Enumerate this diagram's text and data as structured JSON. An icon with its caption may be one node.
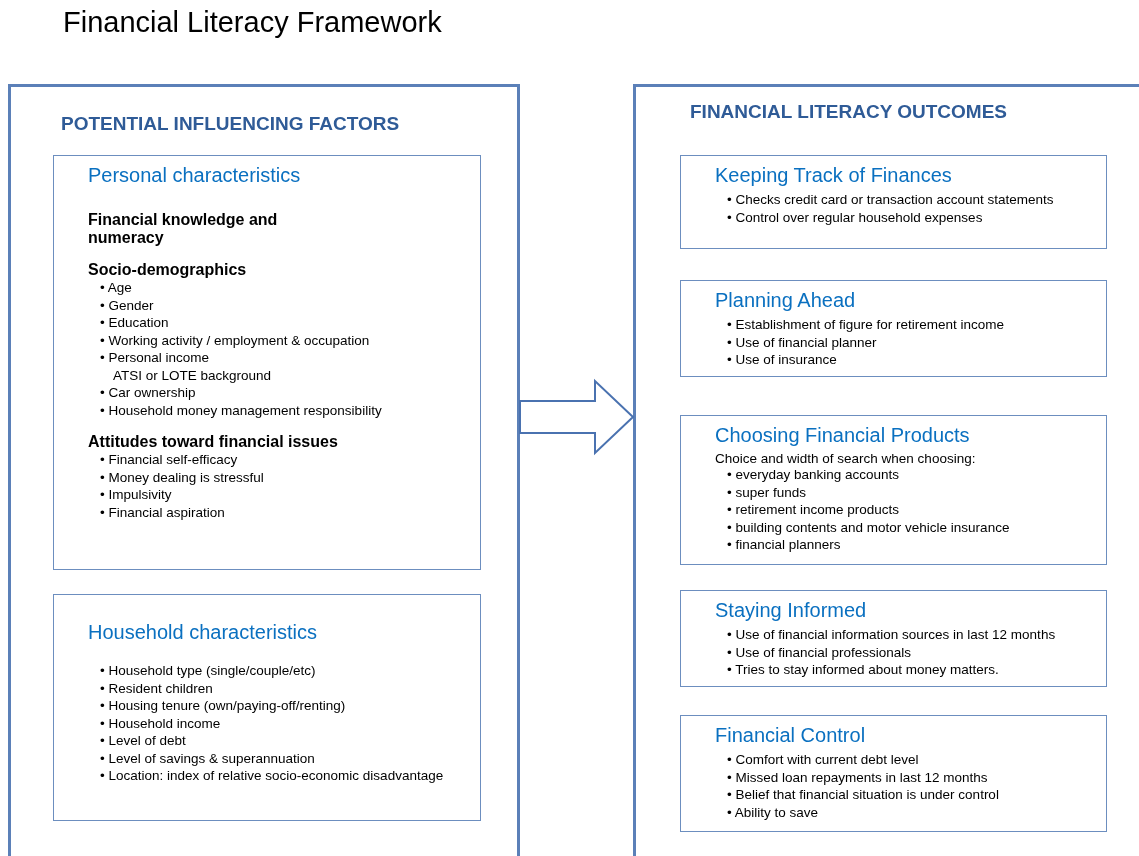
{
  "diagram": {
    "title": "Financial Literacy Framework",
    "nodes": [
      {
        "text": [
          "POTENTIAL INFLUENCING FACTORS"
        ]
      },
      {
        "text": [
          "Personal characteristics",
          "Financial knowledge and numeracy",
          "Socio-demographics",
          "• Age",
          "• Gender",
          "• Education",
          "• Working activity / employment & occupation",
          "• Personal income",
          "ATSI or LOTE background",
          "• Car ownership",
          "• Household money management responsibility",
          "Attitudes toward financial issues",
          "• Financial self-efficacy",
          "• Money dealing is stressful",
          "• Impulsivity",
          "• Financial aspiration"
        ],
        "in": 0
      },
      {
        "text": [
          "Household characteristics",
          "• Household type (single/couple/etc)",
          "• Resident children",
          "• Housing tenure (own/paying-off/renting)",
          "• Household income",
          "• Level of debt",
          "• Level of savings & superannuation",
          "• Location: index of relative socio-economic disadvantage"
        ],
        "in": 0
      },
      {
        "text": [
          "FINANCIAL LITERACY OUTCOMES"
        ]
      },
      {
        "text": [
          "Keeping Track of Finances",
          "• Checks credit card or transaction account statements",
          "• Control over regular household expenses"
        ],
        "in": 3
      },
      {
        "text": [
          "Planning Ahead",
          "• Establishment of figure for retirement income",
          "• Use of financial planner",
          "• Use of insurance"
        ],
        "in": 3
      },
      {
        "text": [
          "Choosing Financial Products",
          "Choice and width of search when choosing:",
          "• everyday banking accounts",
          "• super funds",
          "• retirement income products",
          "• building contents and motor vehicle insurance",
          "• financial planners"
        ],
        "in": 3
      },
      {
        "text": [
          "Staying Informed",
          "• Use of financial information sources in last 12 months",
          "• Use of financial professionals",
          "• Tries to stay informed about money matters."
        ],
        "in": 3
      },
      {
        "text": [
          "Financial Control",
          "• Comfort with current debt level",
          "• Missed loan repayments in last 12 months",
          "• Belief that financial situation is under control",
          "• Ability to save"
        ],
        "in": 3
      }
    ],
    "edges": [
      {
        "from": 0,
        "to": 3,
        "arrow": "to",
        "style": "thick"
      }
    ]
  }
}
